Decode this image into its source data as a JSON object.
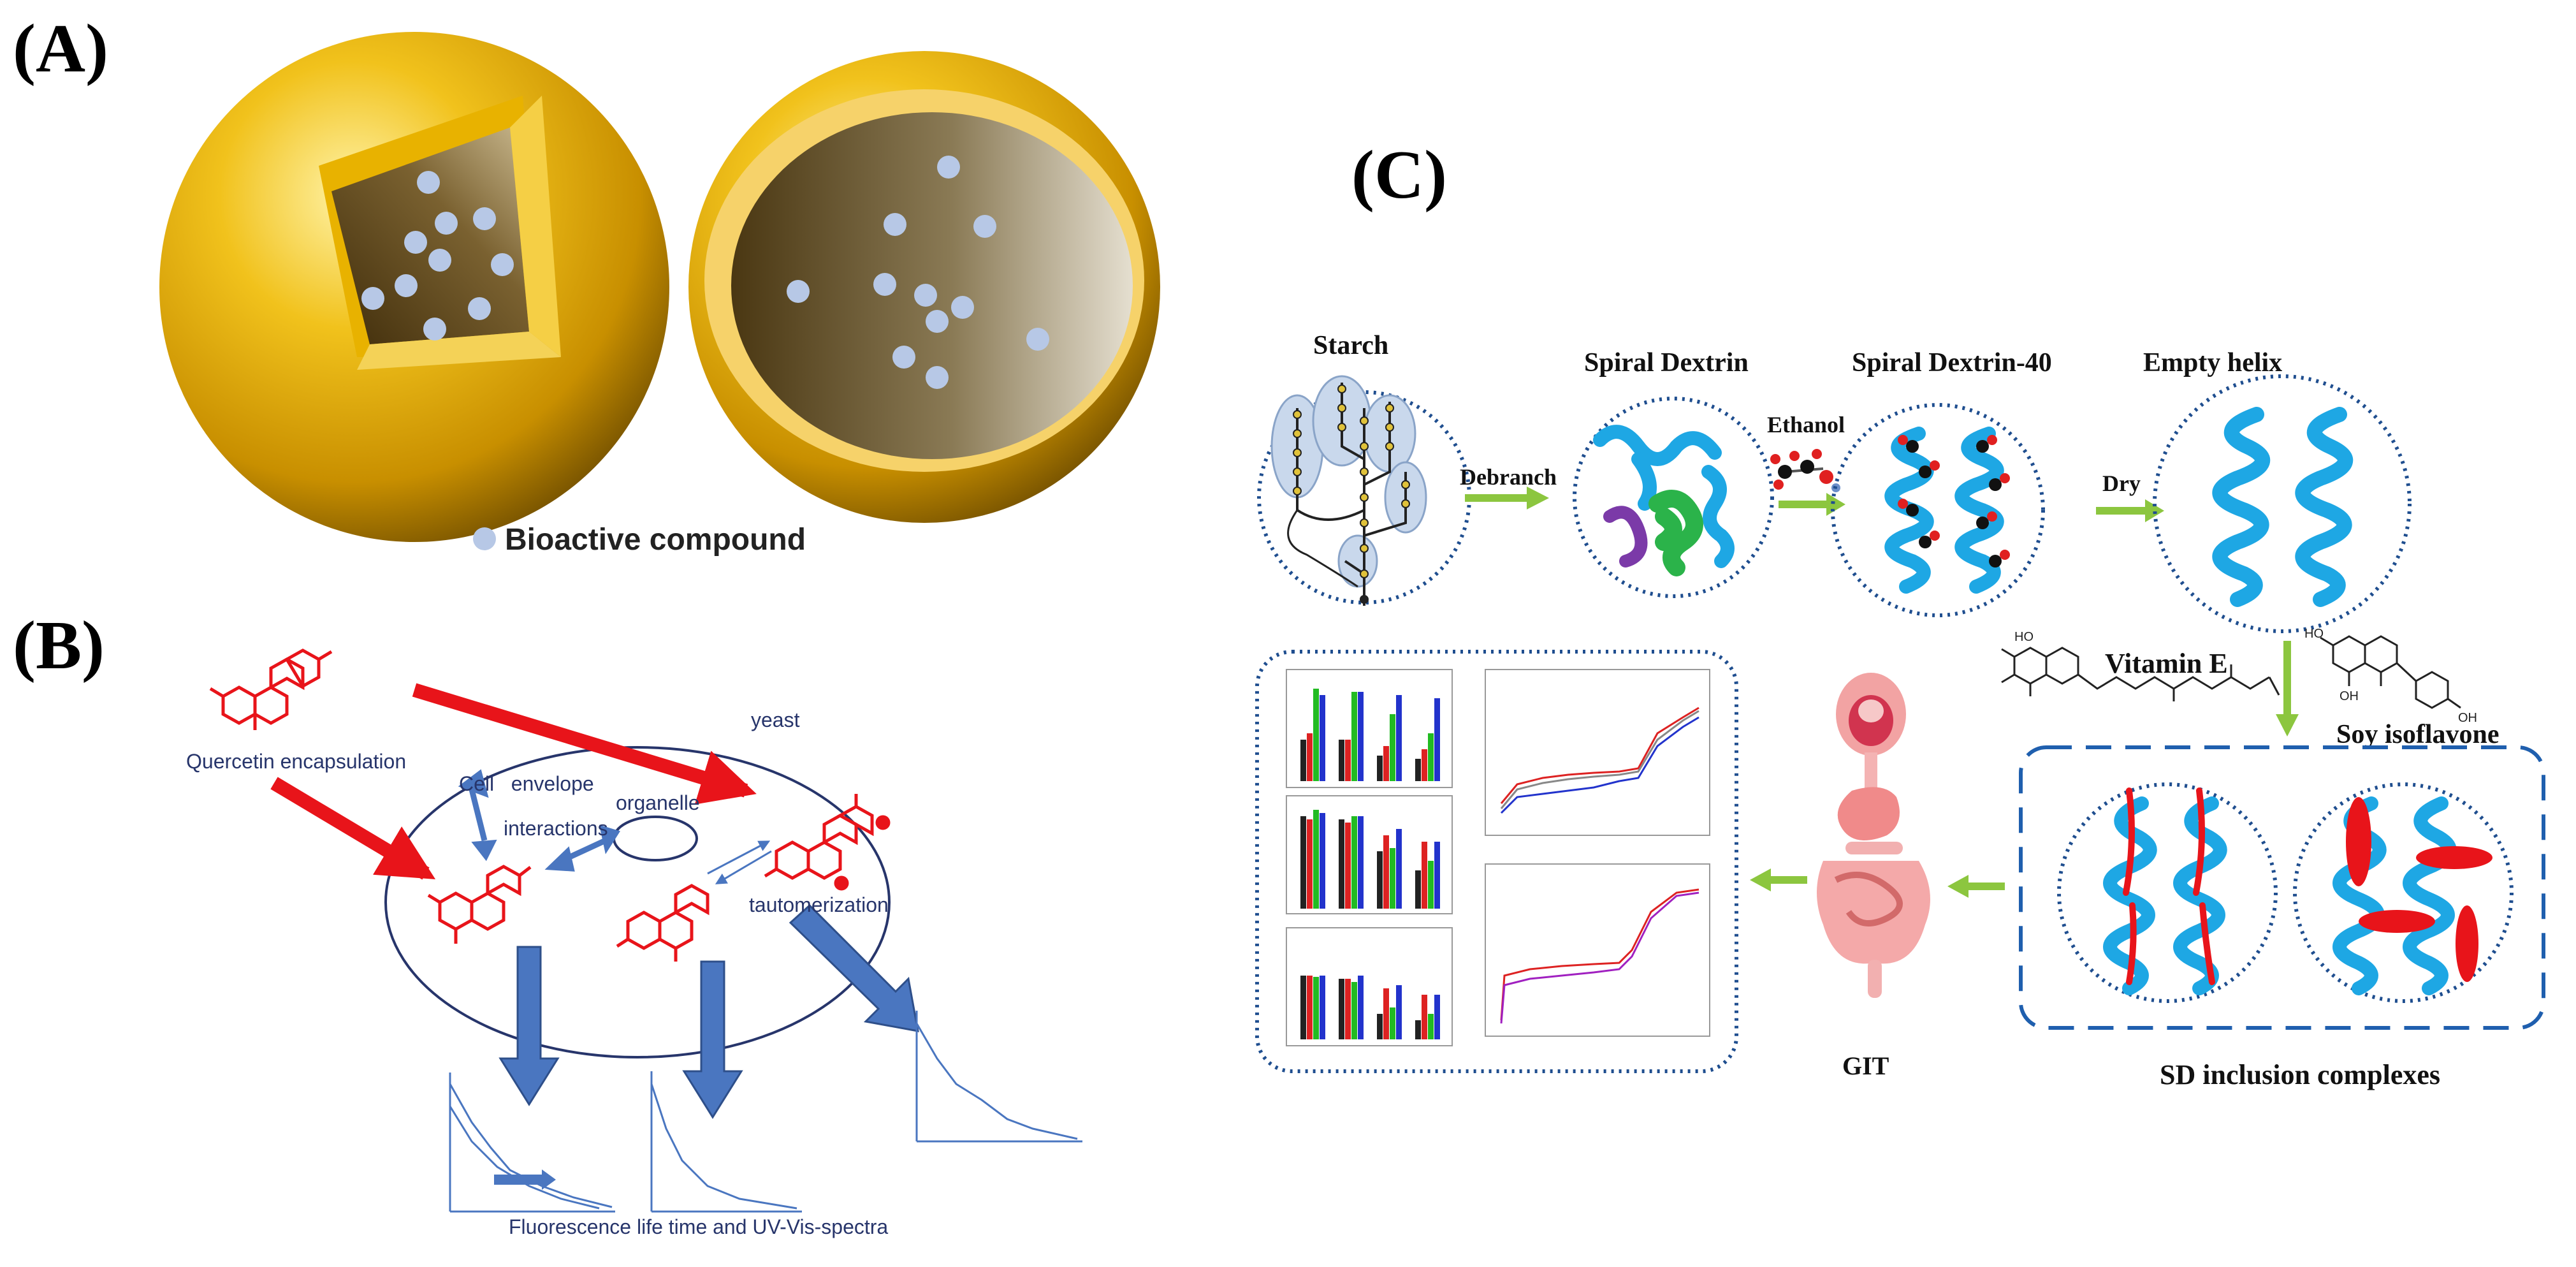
{
  "panels": {
    "a": {
      "label": "(A)",
      "legend": "Bioactive compound"
    },
    "b": {
      "label": "(B)",
      "labels": {
        "quercetin": "Quercetin encapsulation",
        "yeast": "yeast",
        "cell_envelope": "Cell   envelope",
        "interactions": "interactions",
        "organelle": "organelle",
        "tautomerization": "tautomerization",
        "fluorescence": "Fluorescence life time and UV-Vis-spectra"
      }
    },
    "c": {
      "label": "(C)",
      "labels": {
        "starch": "Starch",
        "spiral_dextrin": "Spiral Dextrin",
        "spiral_dextrin_40": "Spiral Dextrin-40",
        "empty_helix": "Empty helix",
        "debranch": "Debranch",
        "ethanol": "Ethanol",
        "dry": "Dry",
        "vitamin_e": "Vitamin E",
        "soy_isoflavone": "Soy isoflavone",
        "sd_inclusion": "SD inclusion complexes",
        "git": "GIT"
      },
      "molecule_labels": {
        "ho": "HO",
        "oh": "OH"
      }
    }
  },
  "colors": {
    "gold": "#d9a600",
    "gold_light": "#f7d970",
    "dot": "#b7c8e6",
    "red": "#e8141a",
    "navy": "#27356b",
    "arrow_blue": "#4a76c0",
    "cyan": "#1ea7e4",
    "green_arrow": "#8cc63f",
    "dashed_blue": "#1f5fae"
  }
}
